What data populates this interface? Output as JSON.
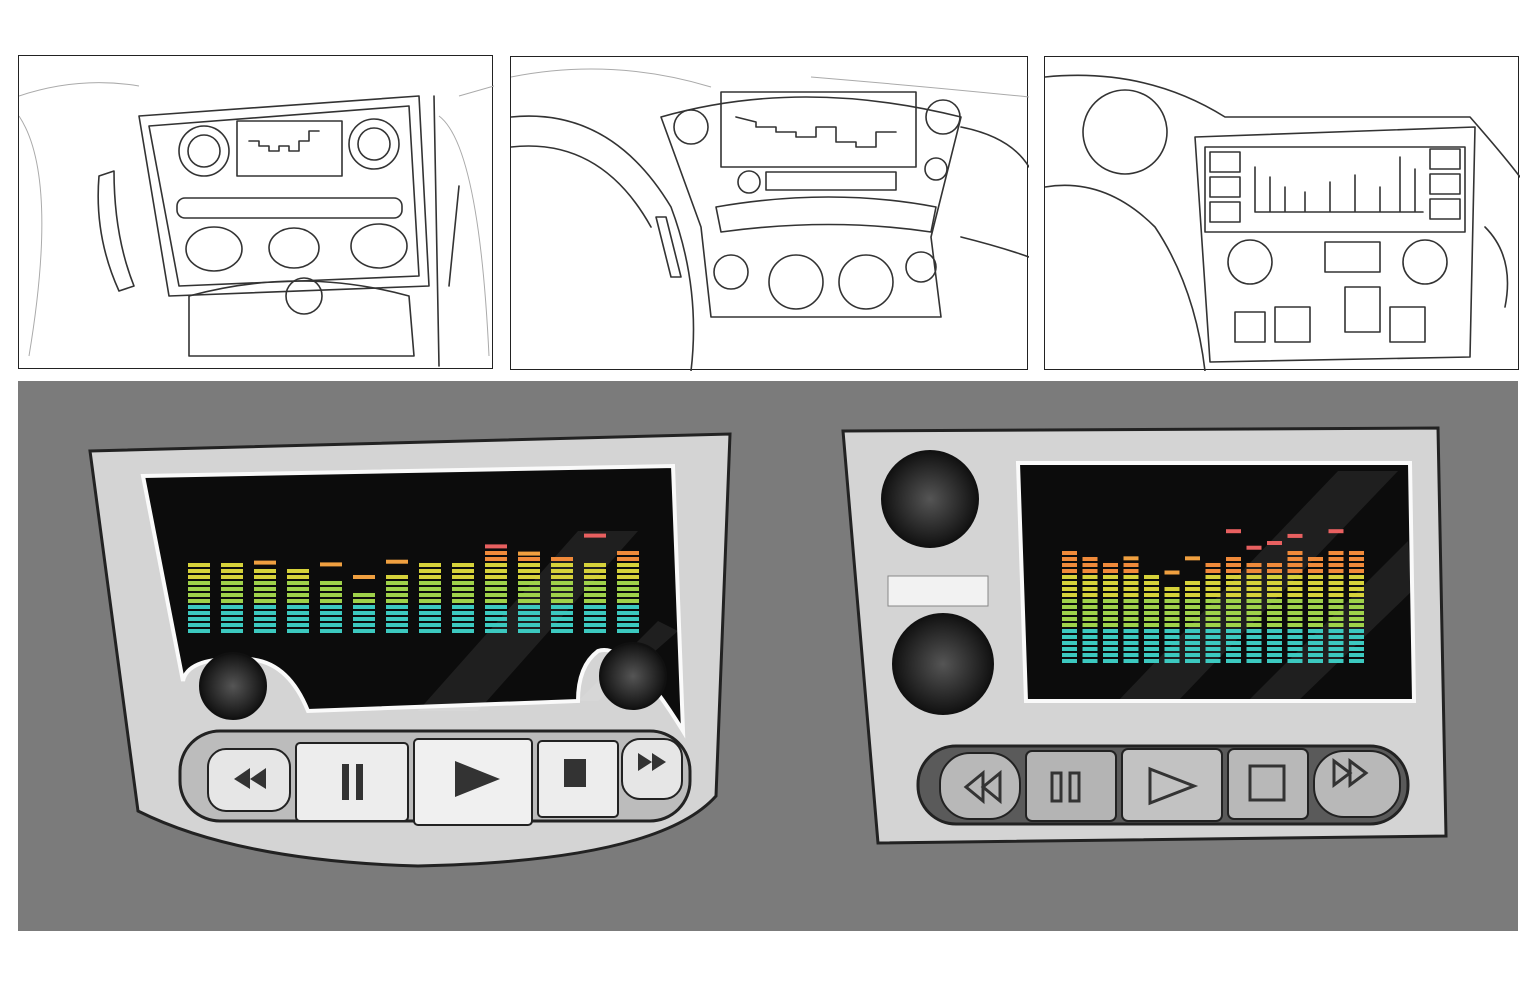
{
  "colors": {
    "background": "#ffffff",
    "render_backdrop": "#7b7b7b",
    "plate": "#d6d6d6",
    "screen": "#0a0a0a",
    "eq_low": "#3cc9c0",
    "eq_mid": "#c8d63a",
    "eq_high": "#f08a3a",
    "peak": "#e86060"
  },
  "sketches": [
    {
      "name": "dashboard-sketch-1"
    },
    {
      "name": "dashboard-sketch-2"
    },
    {
      "name": "dashboard-sketch-3"
    }
  ],
  "devices": [
    {
      "name": "stereo-concept-a",
      "equalizer_levels": [
        0.8,
        0.8,
        0.73,
        0.68,
        0.58,
        0.43,
        0.63,
        0.8,
        0.75,
        0.88,
        0.83,
        0.83,
        0.8,
        0.9
      ],
      "peak_levels": [
        null,
        null,
        0.76,
        null,
        0.74,
        0.6,
        0.77,
        null,
        null,
        0.94,
        0.86,
        null,
        1.06,
        null
      ],
      "controls": [
        "rewind-icon",
        "pause-icon",
        "play-icon",
        "stop-icon",
        "fast-forward-icon"
      ]
    },
    {
      "name": "stereo-concept-b",
      "equalizer_levels": [
        0.94,
        0.91,
        0.84,
        0.82,
        0.72,
        0.62,
        0.7,
        0.84,
        0.89,
        0.82,
        0.85,
        0.96,
        0.88,
        0.93,
        0.95
      ],
      "peak_levels": [
        null,
        null,
        null,
        0.87,
        null,
        0.75,
        0.87,
        null,
        1.1,
        0.96,
        1.0,
        1.06,
        null,
        1.1,
        null
      ],
      "controls": [
        "rewind-icon",
        "pause-icon",
        "play-icon",
        "stop-icon",
        "fast-forward-icon"
      ]
    }
  ]
}
